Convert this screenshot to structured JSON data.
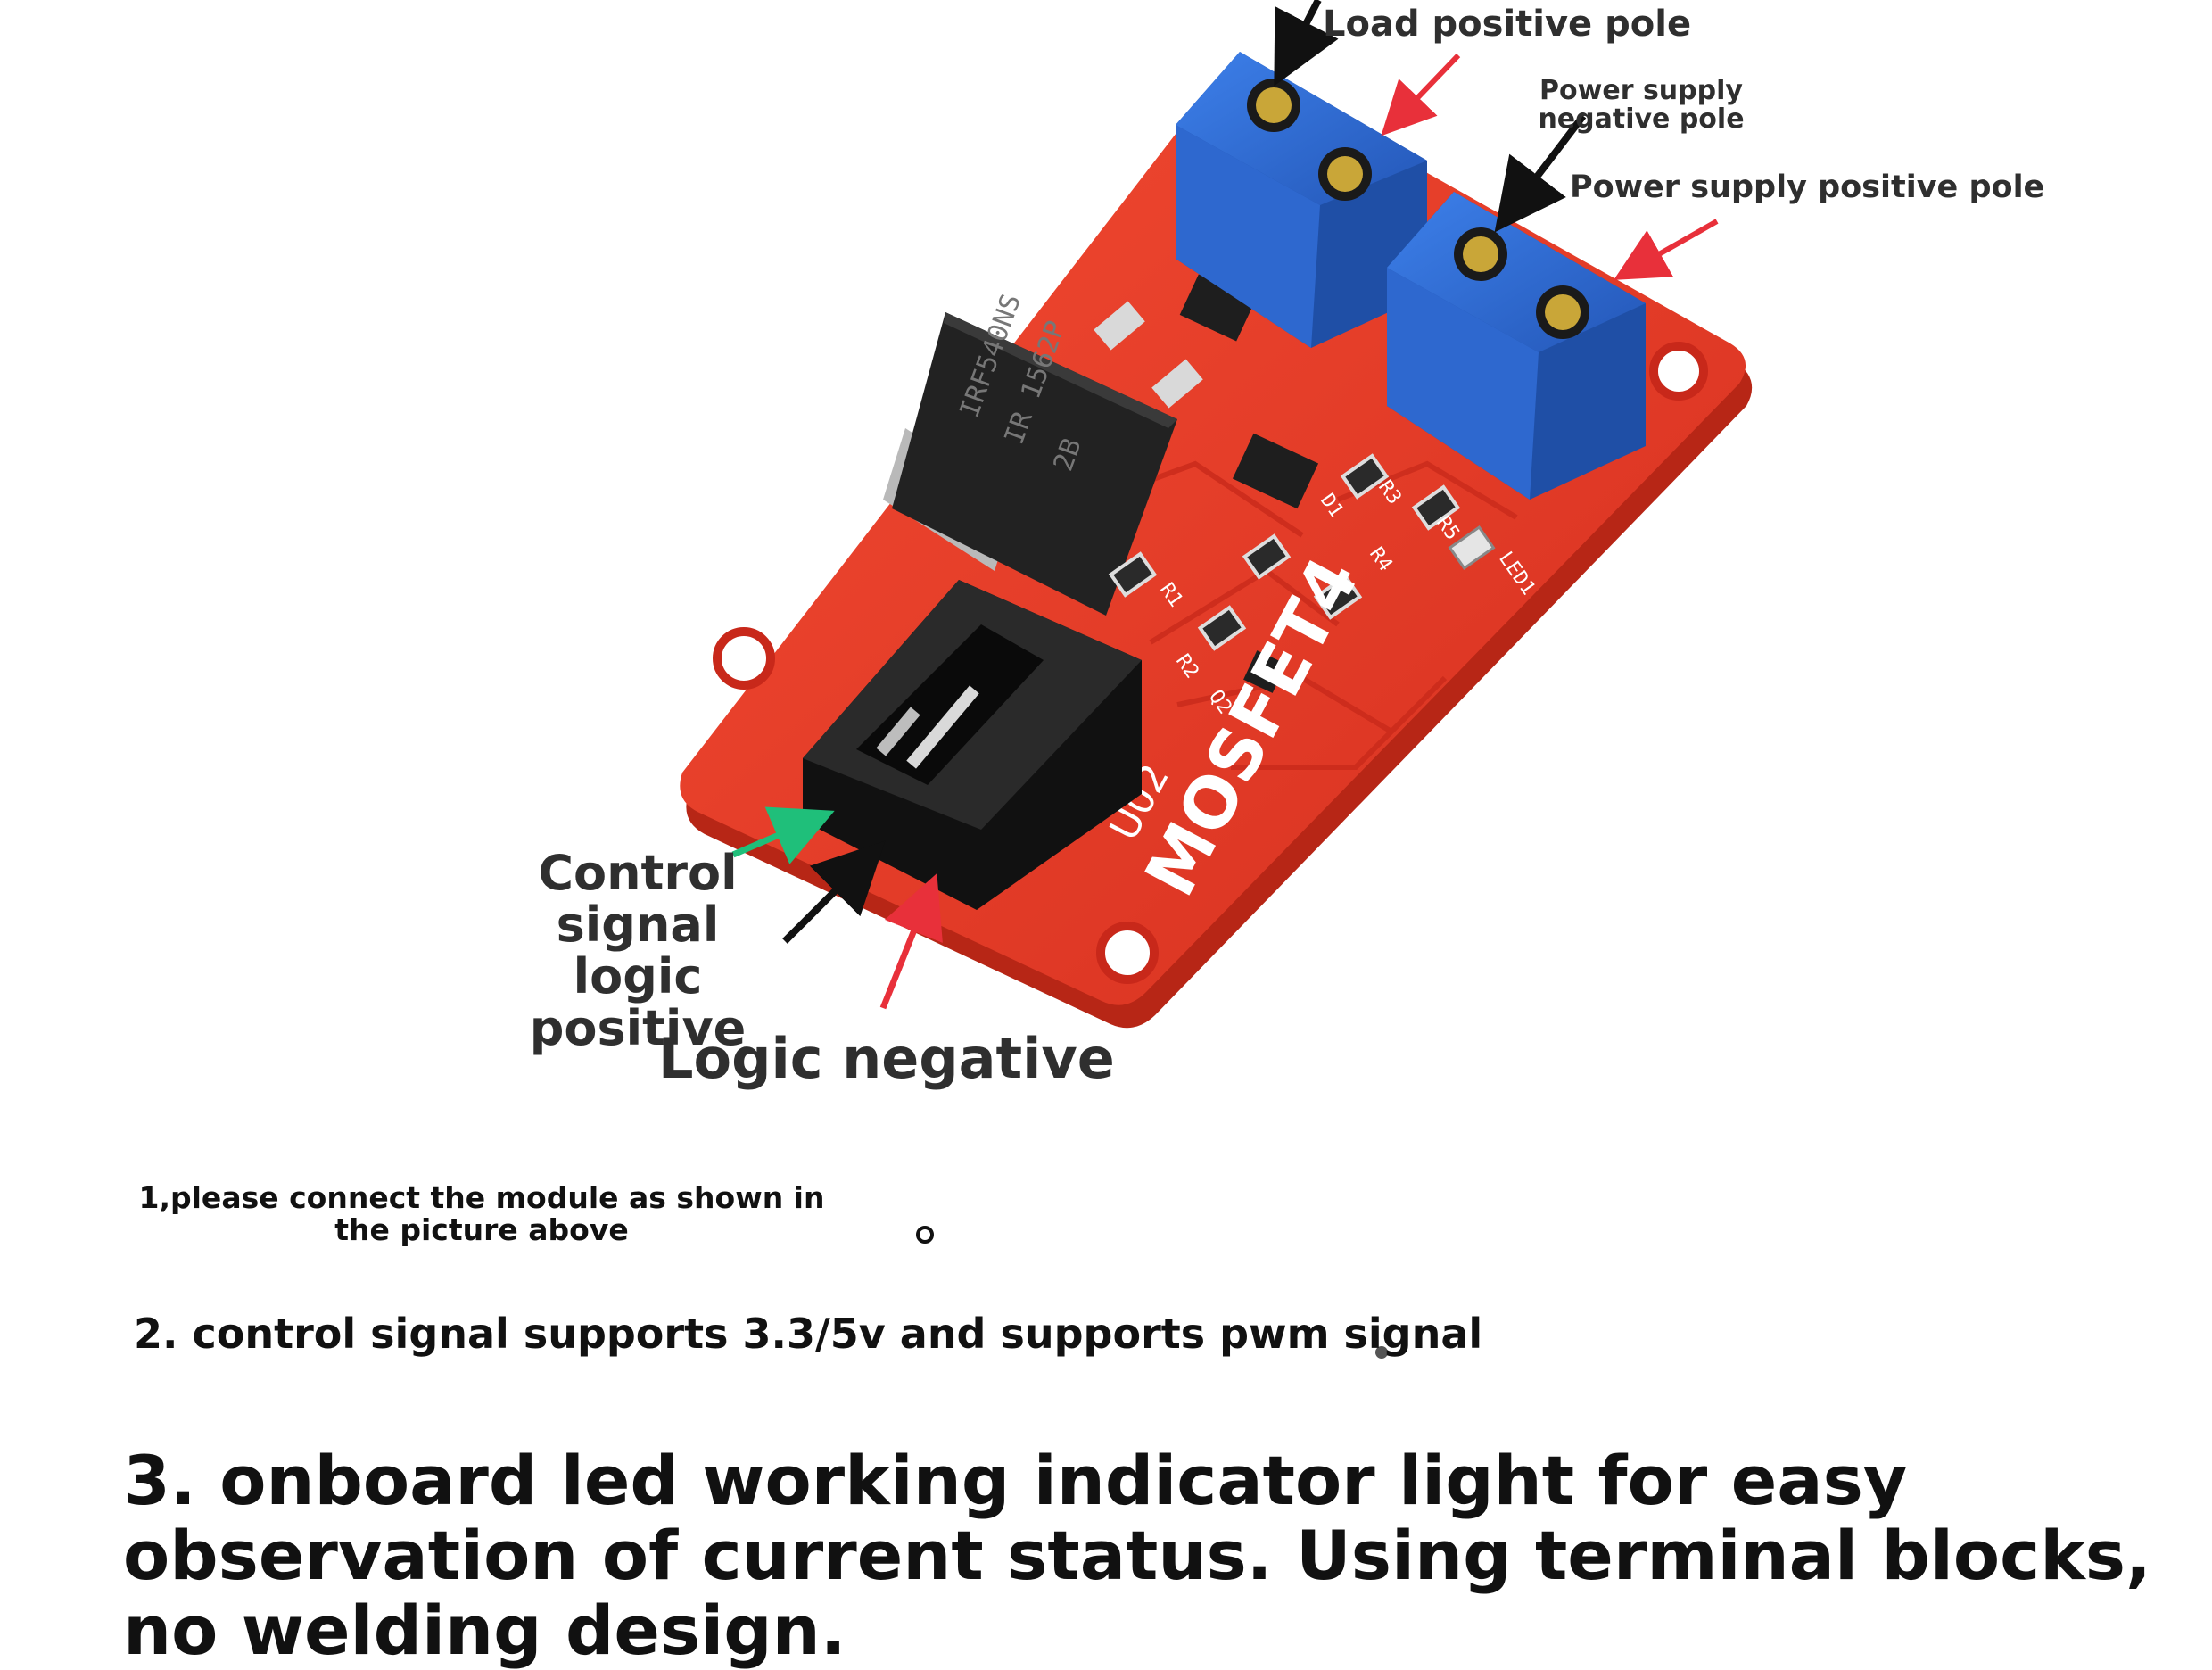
{
  "labels": {
    "load_positive": "Load positive pole",
    "supply_negative": "Power supply negative pole",
    "supply_positive": "Power supply positive pole",
    "control_signal": "Control signal logic positive",
    "logic_negative": "Logic negative"
  },
  "board": {
    "silkscreen_title": "MOSFET4",
    "silkscreen_sub": "U02",
    "chip_text_1": "IRF540NS",
    "chip_text_2": "IR 1562P",
    "chip_text_3": "2B",
    "parts": [
      "R1",
      "R2",
      "R3",
      "R4",
      "R5",
      "D1",
      "Q2",
      "LED1"
    ]
  },
  "notes": {
    "note1": "1,please connect the module as shown in the picture above",
    "note2": "2. control signal supports 3.3/5v and supports pwm signal",
    "note3": "3. onboard led working indicator light for easy observation of current status. Using terminal blocks, no welding design."
  },
  "colors": {
    "board_red": "#e63a26",
    "terminal_blue": "#2f6fd6",
    "connector_black": "#1b1b1b",
    "arrow_black": "#111111",
    "arrow_red": "#e8303a",
    "arrow_green": "#1fbf7a",
    "label_gray": "#2f2f2f"
  }
}
